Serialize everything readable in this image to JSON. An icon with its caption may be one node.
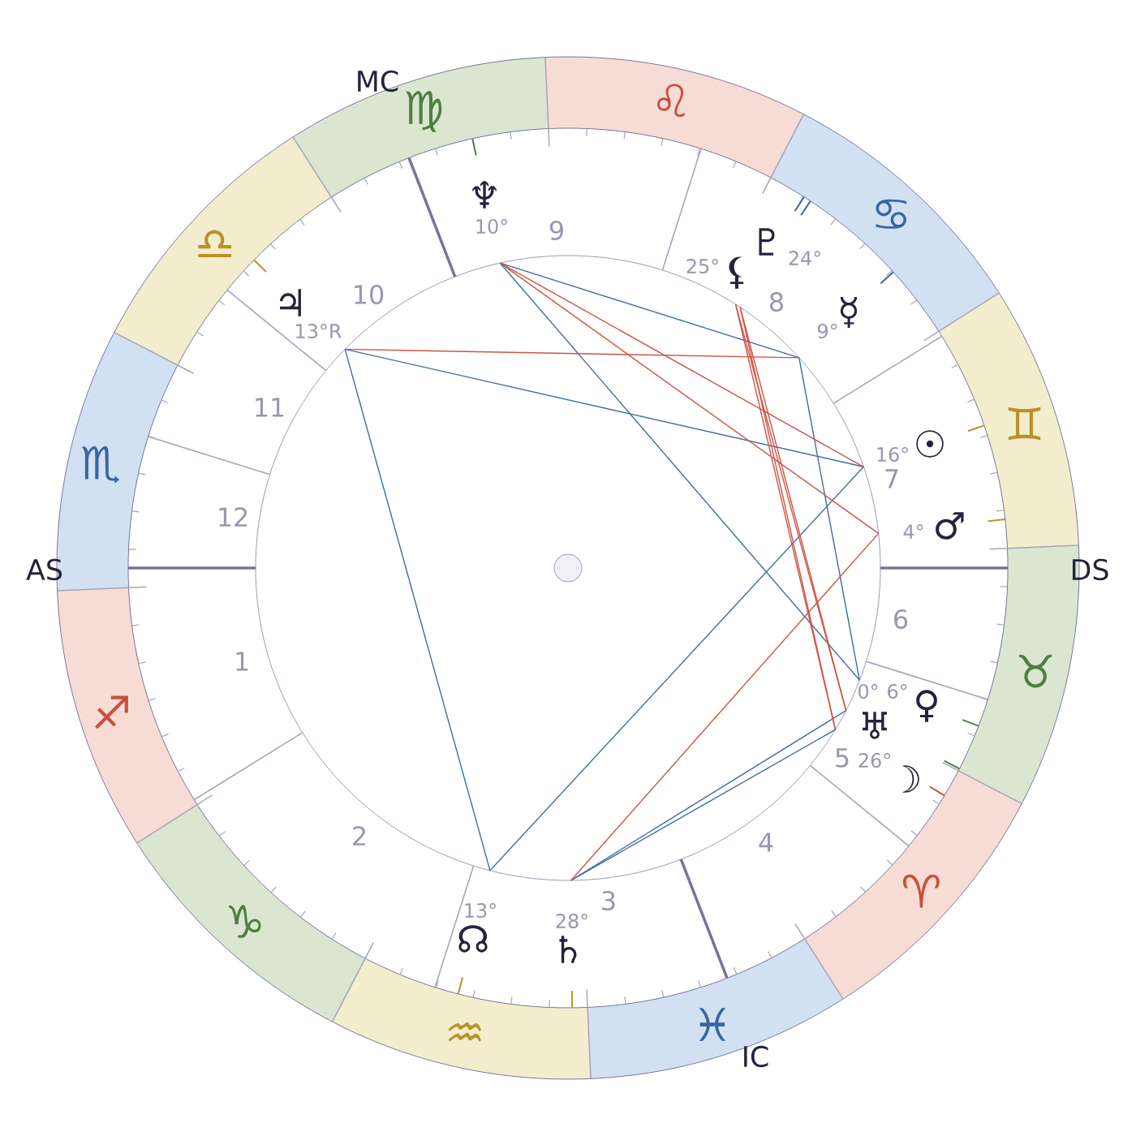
{
  "diagram": {
    "nodes": [
      {
        "text": [
          "♈"
        ]
      },
      {
        "text": [
          "♉"
        ]
      },
      {
        "text": [
          "♊"
        ]
      },
      {
        "text": [
          "♋"
        ]
      },
      {
        "text": [
          "♌"
        ]
      },
      {
        "text": [
          "♍"
        ]
      },
      {
        "text": [
          "♎"
        ]
      },
      {
        "text": [
          "♏"
        ]
      },
      {
        "text": [
          "♐"
        ]
      },
      {
        "text": [
          "♑"
        ]
      },
      {
        "text": [
          "♒"
        ]
      },
      {
        "text": [
          "♓"
        ]
      }
    ],
    "labels": [
      "MC",
      "♆",
      "10°",
      "9",
      "25°",
      "⚸",
      "♇",
      "24°",
      "♃",
      "13°R",
      "10",
      "8",
      "9°",
      "☿",
      "11",
      "16°",
      "☉",
      "7",
      "12",
      "4°",
      "♂",
      "AS",
      "DS",
      "6",
      "1",
      "0°",
      "6°",
      "♅",
      "♀",
      "5",
      "26°",
      "☽",
      "2",
      "4",
      "13°",
      "28°",
      "3",
      "☊",
      "♄",
      "IC"
    ]
  }
}
